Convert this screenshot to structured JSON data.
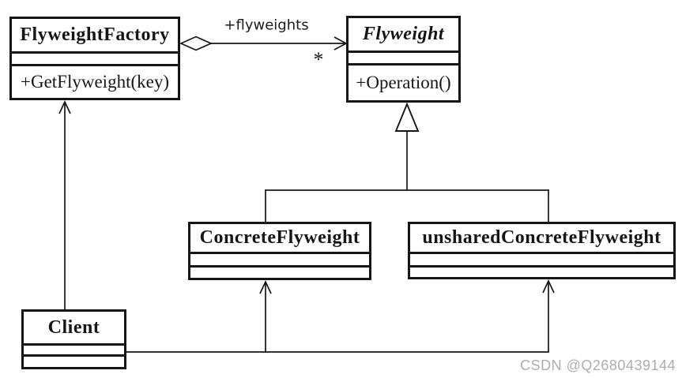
{
  "diagram": {
    "type": "uml-class-diagram",
    "pattern": "Flyweight",
    "classes": [
      {
        "name": "FlyweightFactory",
        "abstract": false,
        "attributes": [],
        "methods": [
          "+GetFlyweight(key)"
        ]
      },
      {
        "name": "Flyweight",
        "abstract": true,
        "attributes": [],
        "methods": [
          "+Operation()"
        ]
      },
      {
        "name": "ConcreteFlyweight",
        "abstract": false,
        "attributes": [],
        "methods": []
      },
      {
        "name": "unsharedConcreteFlyweight",
        "abstract": false,
        "attributes": [],
        "methods": []
      },
      {
        "name": "Client",
        "abstract": false,
        "attributes": [],
        "methods": []
      }
    ],
    "relations": [
      {
        "type": "aggregation",
        "from": "FlyweightFactory",
        "to": "Flyweight",
        "label": "+flyweights",
        "multiplicity": "*"
      },
      {
        "type": "generalization",
        "from": "ConcreteFlyweight",
        "to": "Flyweight"
      },
      {
        "type": "generalization",
        "from": "unsharedConcreteFlyweight",
        "to": "Flyweight"
      },
      {
        "type": "association",
        "from": "Client",
        "to": "FlyweightFactory"
      },
      {
        "type": "association",
        "from": "Client",
        "to": "ConcreteFlyweight"
      },
      {
        "type": "association",
        "from": "Client",
        "to": "unsharedConcreteFlyweight"
      }
    ]
  },
  "labels": {
    "flyweights": "+flyweights",
    "multiplicity": "*"
  },
  "colors": {
    "line": "#161616",
    "background": "#ffffff",
    "watermark": "#adadad"
  },
  "watermark": "CSDN @Q2680439144"
}
